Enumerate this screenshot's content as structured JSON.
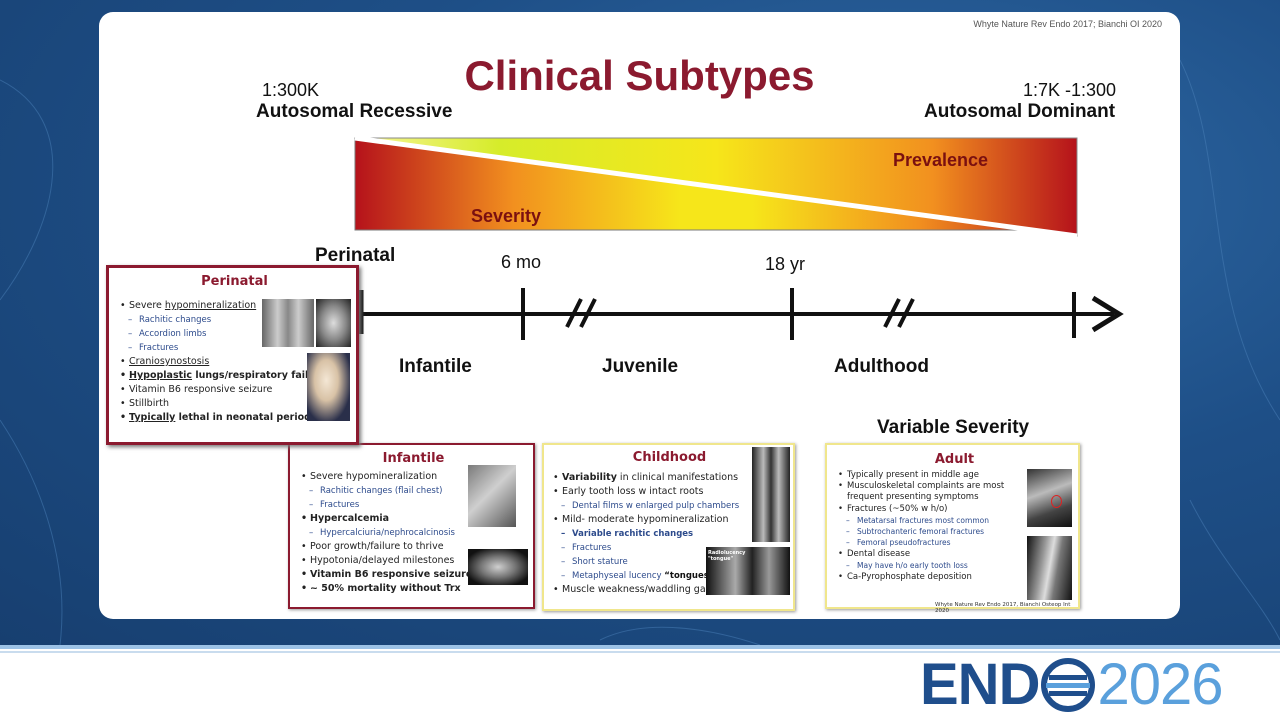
{
  "citation_top": "Whyte Nature Rev Endo 2017; Bianchi OI 2020",
  "title": "Clinical Subtypes",
  "left_header": {
    "ratio": "1:300K",
    "label": "Autosomal Recessive"
  },
  "right_header": {
    "ratio": "1:7K -1:300",
    "label": "Autosomal Dominant"
  },
  "gradient_labels": {
    "severity": "Severity",
    "prevalence": "Prevalence"
  },
  "timeline": {
    "markers": [
      "Perinatal",
      "6 mo",
      "18 yr"
    ],
    "stages": [
      "Infantile",
      "Juvenile",
      "Adulthood"
    ]
  },
  "variable_severity": "Variable Severity",
  "colors": {
    "title": "#8b1a2f",
    "perinatal_border": "#8b1a2f",
    "adult_border": "#f0e68c",
    "logo": "#1f4e8c"
  },
  "boxes": {
    "perinatal": {
      "title": "Perinatal",
      "items": [
        {
          "pre": "Severe ",
          "main": "hypomineralization",
          "post": ""
        },
        {
          "sub": "Rachitic changes"
        },
        {
          "sub": "Accordion limbs"
        },
        {
          "sub": "Fractures"
        },
        {
          "pre": "",
          "main": "Craniosynostosis",
          "post": ""
        },
        {
          "pre": "",
          "main": "Hypoplastic",
          "post": " lungs/respiratory failure"
        },
        {
          "text": "Vitamin B6 responsive seizure"
        },
        {
          "text": "Stillbirth"
        },
        {
          "pre": "",
          "main": "Typically",
          "post": " lethal in neonatal period"
        }
      ]
    },
    "infantile": {
      "title": "Infantile",
      "items": [
        "Severe hypomineralization",
        "Rachitic changes (flail chest)",
        "Fractures",
        "Hypercalcemia",
        "Hypercalciuria/nephrocalcinosis",
        "Poor growth/failure to thrive",
        "Hypotonia/delayed milestones",
        "Vitamin B6 responsive seizure",
        "~ 50% mortality without Trx"
      ]
    },
    "childhood": {
      "title": "Childhood",
      "items": [
        {
          "b": "Variability",
          "t": " in clinical manifestations"
        },
        "Early tooth loss w intact roots",
        "Dental films w enlarged pulp chambers",
        "Mild- moderate hypomineralization",
        "Variable rachitic changes",
        "Fractures",
        "Short stature",
        {
          "t": "Metaphyseal lucency ",
          "b": "“tongues”"
        },
        "Muscle weakness/waddling gait"
      ],
      "xray_label": "Radiolucency \"tongue\""
    },
    "adult": {
      "title": "Adult",
      "items": [
        "Typically present in middle age",
        "Musculoskeletal complaints are most frequent presenting symptoms",
        "Fractures (~50% w h/o)",
        "Metatarsal fractures most common",
        "Subtrochanteric femoral fractures",
        "Femoral pseudofractures",
        "Dental disease",
        "May have h/o early tooth loss",
        "Ca-Pyrophosphate deposition"
      ],
      "citation": "Whyte Nature Rev Endo 2017, Bianchi Osteop Int 2020"
    }
  },
  "logo": {
    "part1": "END",
    "part2": "2026"
  }
}
